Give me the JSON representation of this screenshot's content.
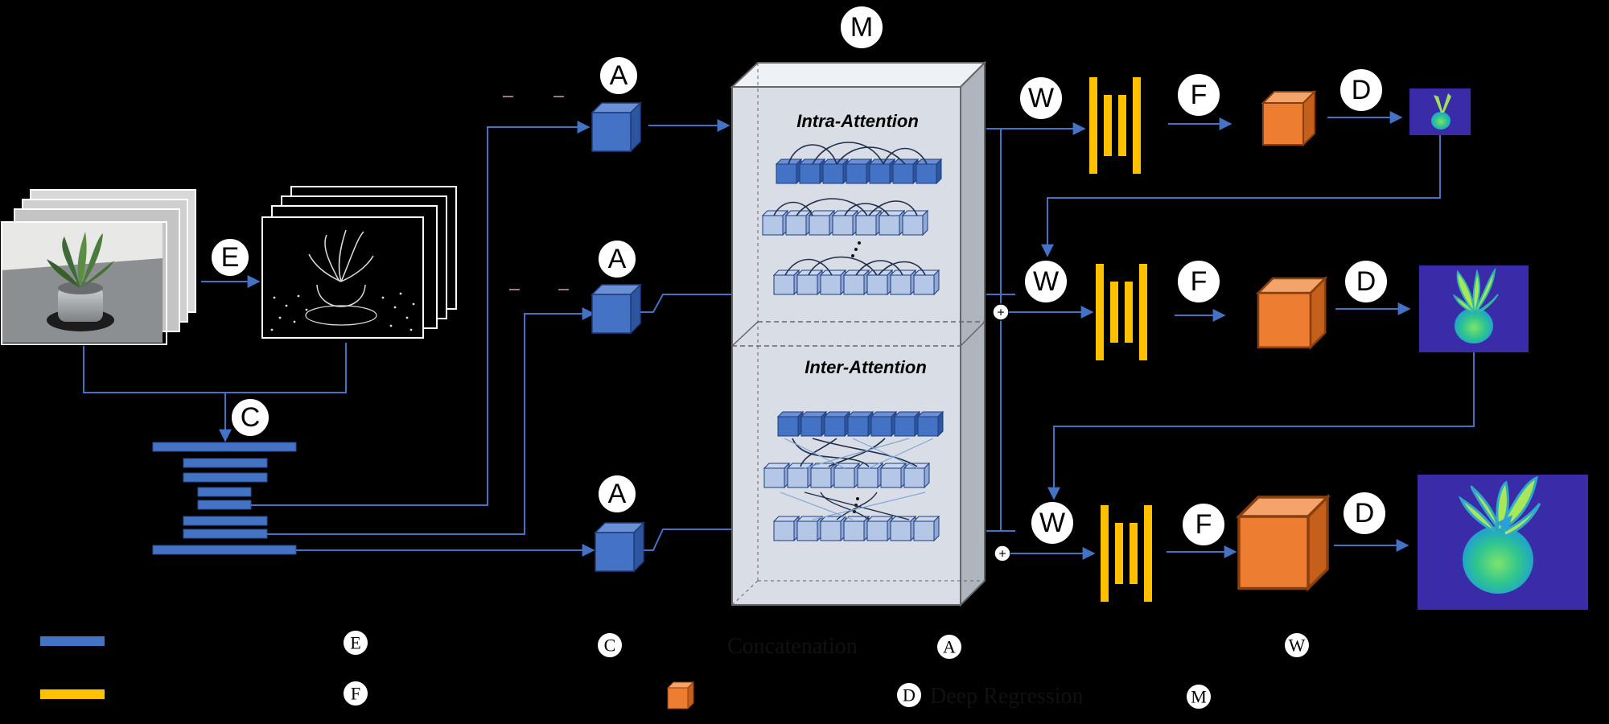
{
  "attention_module": {
    "intra_title": "Intra-Attention",
    "inter_title": "Inter-Attention"
  },
  "symbols": {
    "module": "M",
    "attention": "A",
    "edge": "E",
    "concat": "C",
    "warp": "W",
    "fusion": "F",
    "depth": "D",
    "plus": "+"
  },
  "legend": {
    "concat_text": "Concatenation",
    "depth_text": "Deep Regression"
  },
  "colors": {
    "background": "#000000",
    "feature_blue": "#4472C4",
    "feature_yellow": "#FFC000",
    "cube_orange": "#ED7D31",
    "depth_bg": "#3A2BA8",
    "module_face": "#D9DEE6"
  }
}
